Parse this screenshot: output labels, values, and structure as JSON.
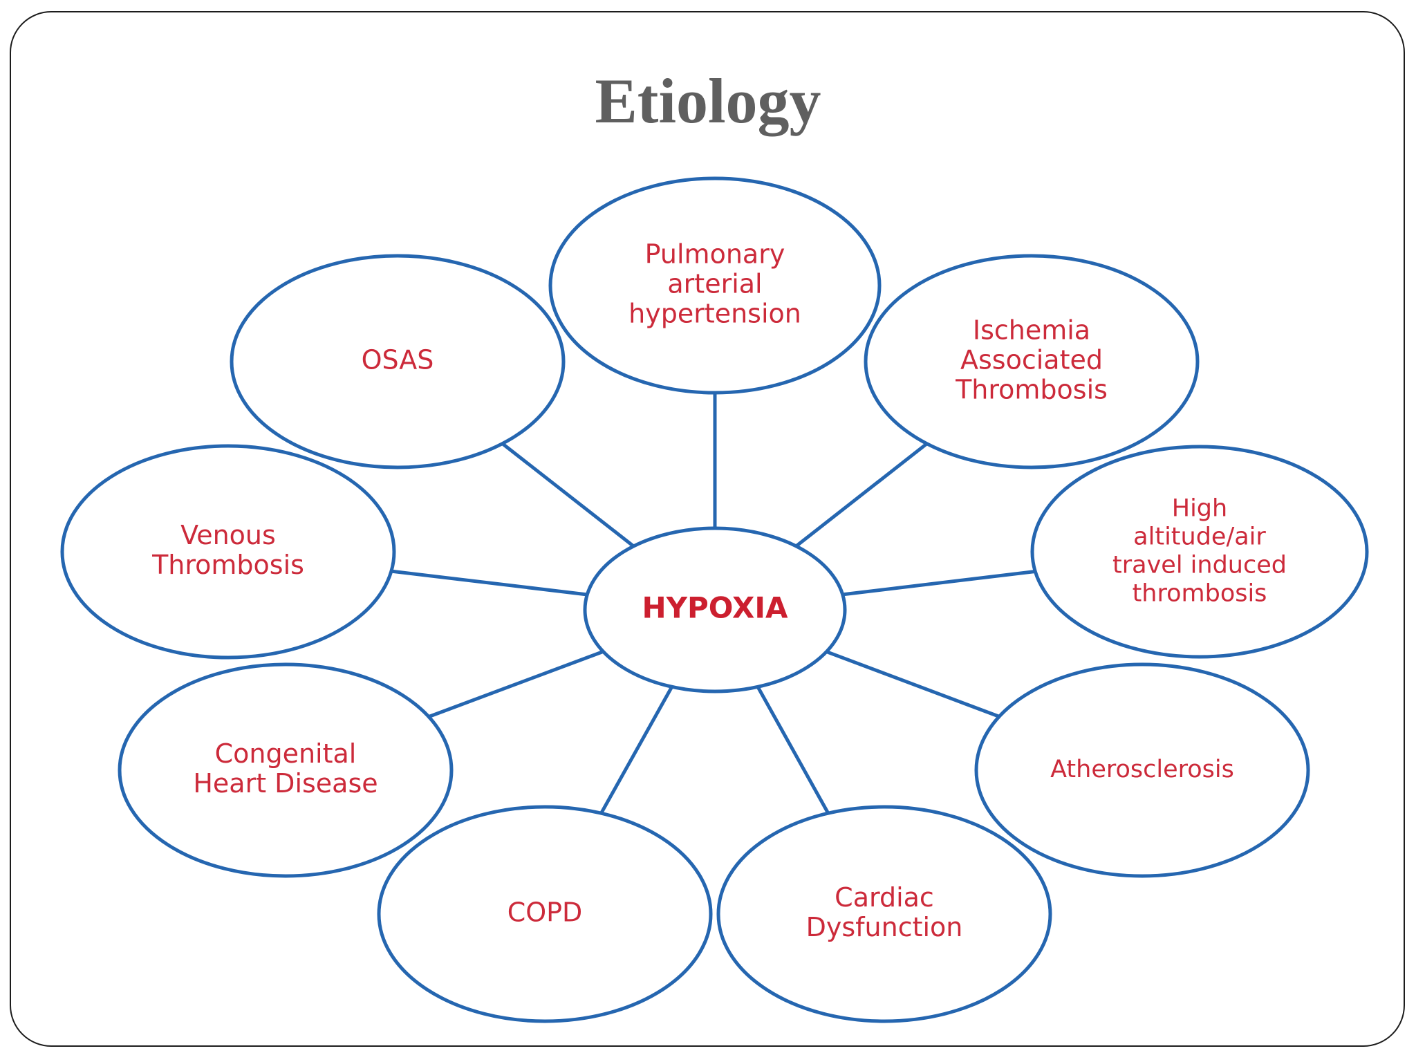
{
  "slide": {
    "title": "Etiology"
  },
  "diagram": {
    "center": {
      "label": [
        "HYPOXIA"
      ]
    },
    "nodes": [
      {
        "id": "pulmonary-arterial-hypertension",
        "label": [
          "Pulmonary",
          "arterial",
          "hypertension"
        ]
      },
      {
        "id": "ischemia-associated-thrombosis",
        "label": [
          "Ischemia",
          "Associated",
          "Thrombosis"
        ]
      },
      {
        "id": "high-altitude-thrombosis",
        "label": [
          "High",
          "altitude/air",
          "travel induced",
          "thrombosis"
        ]
      },
      {
        "id": "atherosclerosis",
        "label": [
          "Atherosclerosis"
        ]
      },
      {
        "id": "cardiac-dysfunction",
        "label": [
          "Cardiac",
          "Dysfunction"
        ]
      },
      {
        "id": "copd",
        "label": [
          "COPD"
        ]
      },
      {
        "id": "congenital-heart-disease",
        "label": [
          "Congenital",
          "Heart Disease"
        ]
      },
      {
        "id": "venous-thrombosis",
        "label": [
          "Venous",
          "Thrombosis"
        ]
      },
      {
        "id": "osas",
        "label": [
          "OSAS"
        ]
      }
    ],
    "colors": {
      "outline": "#2566b0",
      "text": "#cc2a3a",
      "title": "#5f5f5f"
    }
  }
}
